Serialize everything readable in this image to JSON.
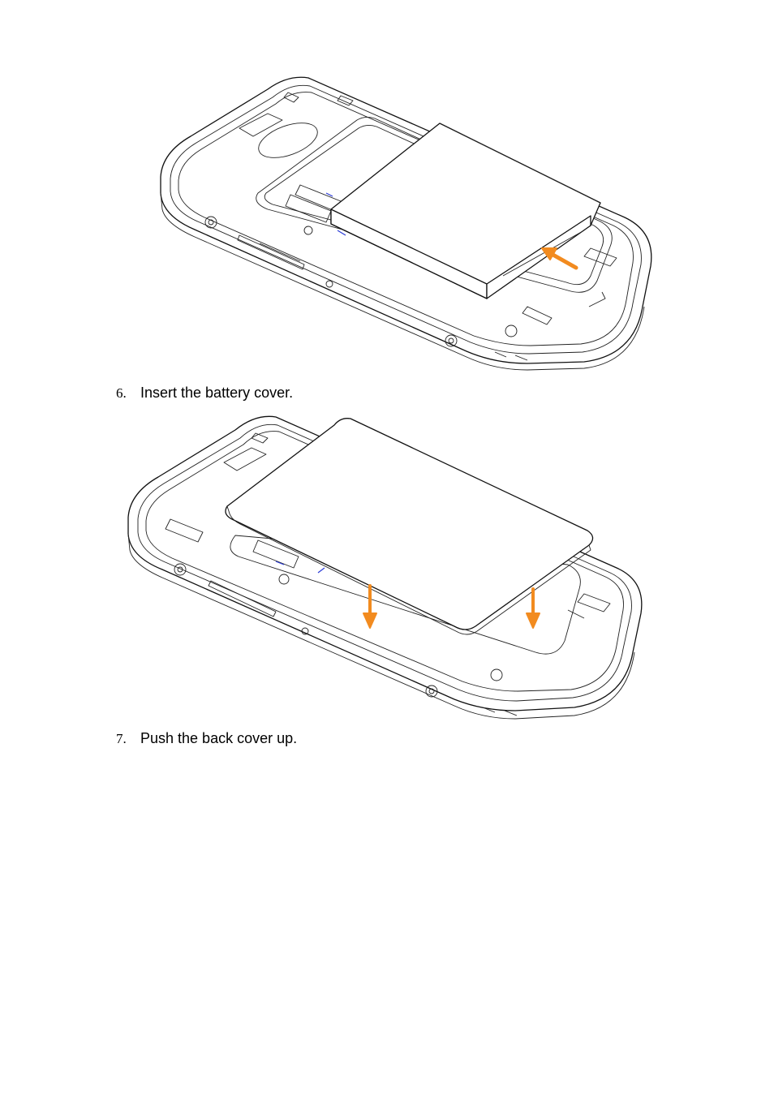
{
  "steps": [
    {
      "number": "6.",
      "text": "Insert the battery cover."
    },
    {
      "number": "7.",
      "text": "Push the back cover up."
    }
  ],
  "colors": {
    "arrow": "#f28b1f",
    "line": "#111111",
    "accent_blue": "#2a3bd6"
  },
  "illustrations": [
    {
      "subject": "phone-with-battery-inserted",
      "arrow": "orange-arrow-push-in"
    },
    {
      "subject": "phone-with-battery-cover-placed",
      "arrow": "orange-arrows-press-down"
    }
  ]
}
